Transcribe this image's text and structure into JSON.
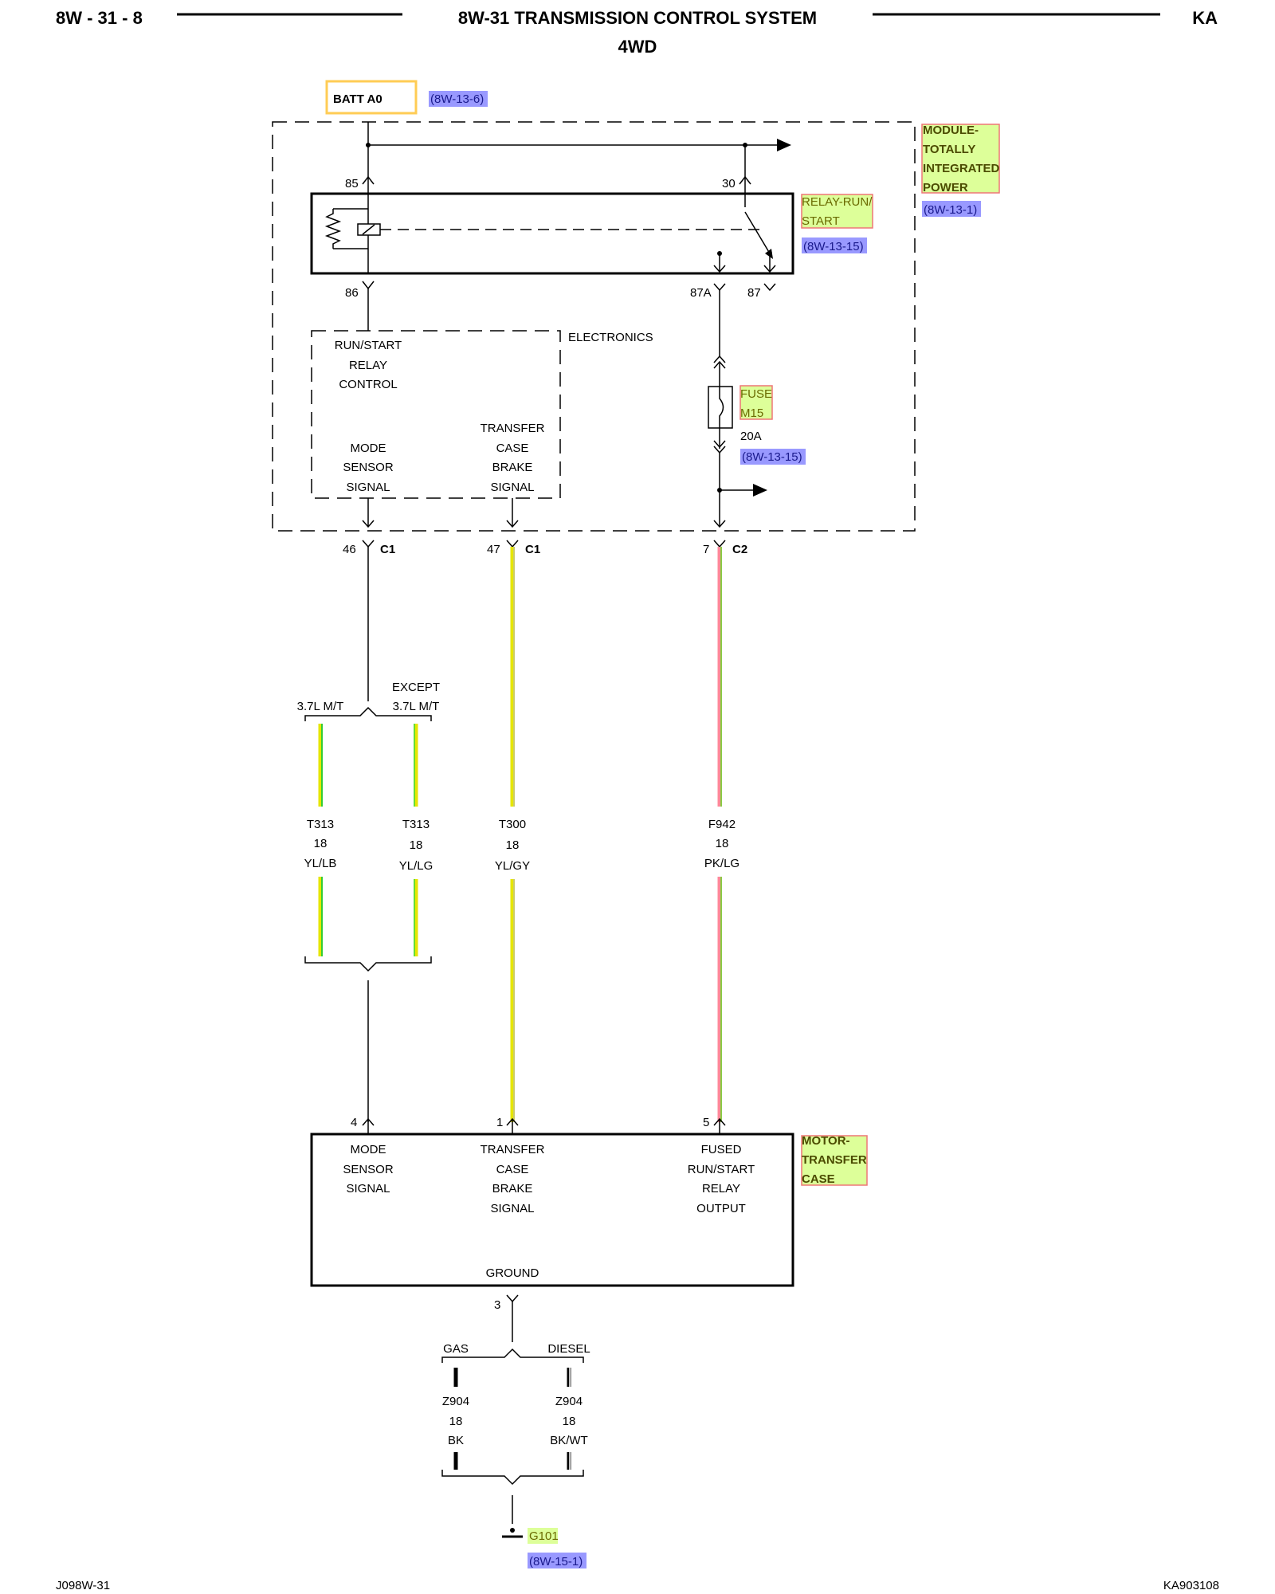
{
  "header": {
    "page_code": "8W - 31 - 8",
    "title": "8W-31 TRANSMISSION CONTROL SYSTEM",
    "subtitle": "4WD",
    "vehicle_code": "KA"
  },
  "footer": {
    "left_code": "J098W-31",
    "right_code": "KA903108"
  },
  "power_source": {
    "label": "BATT A0",
    "ref": "(8W-13-6)"
  },
  "module": {
    "name_lines": [
      "MODULE-",
      "TOTALLY",
      "INTEGRATED",
      "POWER"
    ],
    "ref": "(8W-13-1)",
    "relay_name_lines": [
      "RELAY-RUN/",
      "START"
    ],
    "relay_ref": "(8W-13-15)",
    "relay_pins": [
      "85",
      "30",
      "86",
      "87A",
      "87"
    ],
    "electronics_label": "ELECTRONICS",
    "fuse_name_lines": [
      "FUSE",
      "M15"
    ],
    "fuse_rating": "20A",
    "fuse_ref": "(8W-13-15)"
  },
  "electronics_box": {
    "run_start_lines": [
      "RUN/START",
      "RELAY",
      "CONTROL"
    ],
    "mode_sensor_lines": [
      "MODE",
      "SENSOR",
      "SIGNAL"
    ],
    "transfer_lines": [
      "TRANSFER",
      "CASE",
      "BRAKE",
      "SIGNAL"
    ]
  },
  "connectors": [
    {
      "pin": "46",
      "connector": "C1"
    },
    {
      "pin": "47",
      "connector": "C1"
    },
    {
      "pin": "7",
      "connector": "C2"
    }
  ],
  "splits": {
    "left_option": "3.7L M/T",
    "right_option_lines": [
      "EXCEPT",
      "3.7L M/T"
    ],
    "gas_label": "GAS",
    "diesel_label": "DIESEL"
  },
  "wires": [
    {
      "circuit": "T313",
      "gauge": "18",
      "color_code": "YL/LB",
      "color_primary": "#e6e600",
      "color_stripe": "#33cc33"
    },
    {
      "circuit": "T313",
      "gauge": "18",
      "color_code": "YL/LG",
      "color_primary": "#e6e600",
      "color_stripe": "#66dd33"
    },
    {
      "circuit": "T300",
      "gauge": "18",
      "color_code": "YL/GY",
      "color_primary": "#e6e600",
      "color_stripe": "#cccc66"
    },
    {
      "circuit": "F942",
      "gauge": "18",
      "color_code": "PK/LG",
      "color_primary": "#ff8899",
      "color_stripe": "#88cc44"
    },
    {
      "circuit": "Z904",
      "gauge": "18",
      "color_code": "BK",
      "color_primary": "#000000",
      "color_stripe": "#000000"
    },
    {
      "circuit": "Z904",
      "gauge": "18",
      "color_code": "BK/WT",
      "color_primary": "#000000",
      "color_stripe": "#ffffff"
    }
  ],
  "motor": {
    "name_lines": [
      "MOTOR-",
      "TRANSFER",
      "CASE"
    ],
    "pins": [
      "4",
      "1",
      "5",
      "3"
    ],
    "mode_lines": [
      "MODE",
      "SENSOR",
      "SIGNAL"
    ],
    "transfer_lines": [
      "TRANSFER",
      "CASE",
      "BRAKE",
      "SIGNAL"
    ],
    "fused_lines": [
      "FUSED",
      "RUN/START",
      "RELAY",
      "OUTPUT"
    ],
    "ground_label": "GROUND"
  },
  "ground": {
    "name": "G101",
    "ref": "(8W-15-1)"
  },
  "colors": {
    "component_label_bg": "#ddff99",
    "component_label_border": "#ee7777",
    "reference_bg": "#9999ff",
    "battery_box_border": "#ffcc55",
    "arrow_black": "#000000"
  }
}
